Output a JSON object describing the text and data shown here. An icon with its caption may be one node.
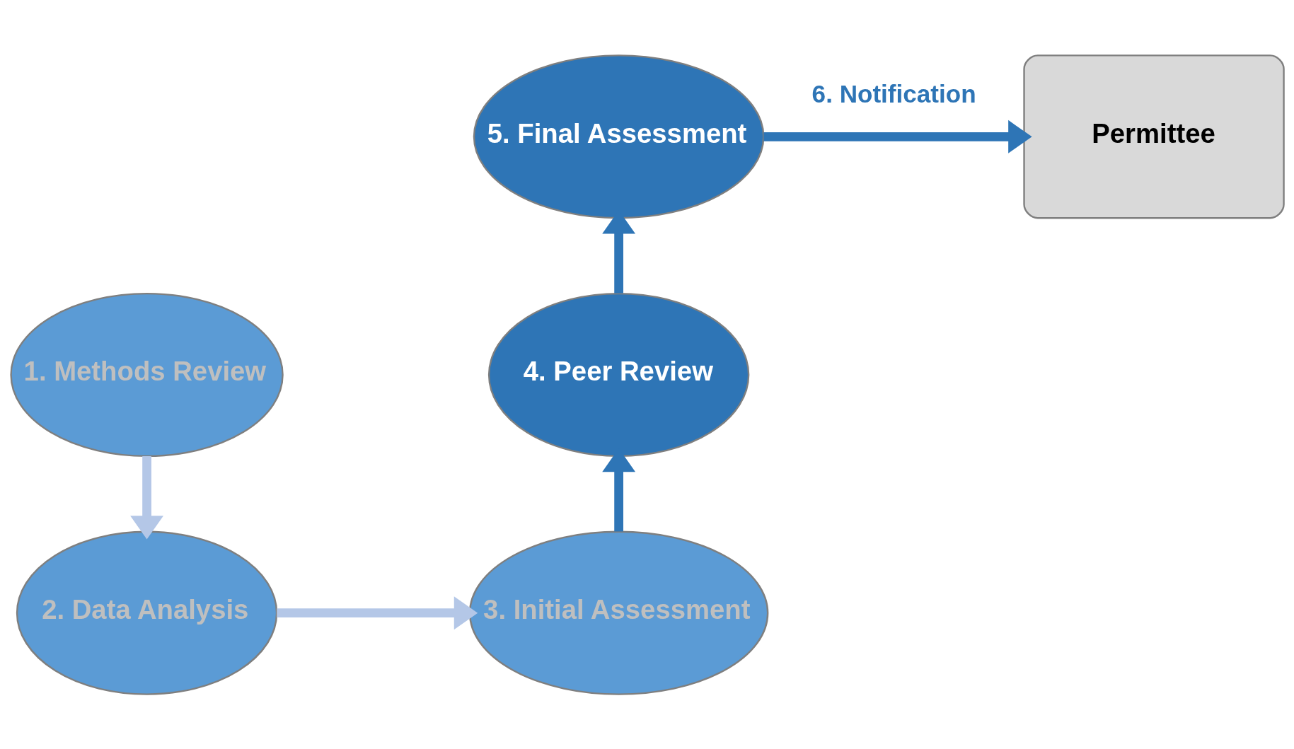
{
  "diagram": {
    "nodes": [
      {
        "text": [
          "5. Final Assessment"
        ]
      },
      {
        "text": [
          "Permittee"
        ]
      },
      {
        "text": [
          "4. Peer Review"
        ]
      },
      {
        "text": [
          "1. Methods Review"
        ]
      },
      {
        "text": [
          "3. Initial Assessment"
        ]
      },
      {
        "text": [
          "2. Data Analysis"
        ]
      }
    ],
    "edges": [
      {
        "from": 3,
        "to": 5,
        "arrow": "to",
        "color": "#b4c7e7"
      },
      {
        "from": 5,
        "to": 4,
        "arrow": "to",
        "color": "#b4c7e7"
      },
      {
        "from": 4,
        "to": 2,
        "arrow": "to"
      },
      {
        "from": 2,
        "to": 0,
        "arrow": "to"
      },
      {
        "from": 0,
        "to": 1,
        "label": "6. Notification",
        "arrow": "to"
      }
    ]
  }
}
